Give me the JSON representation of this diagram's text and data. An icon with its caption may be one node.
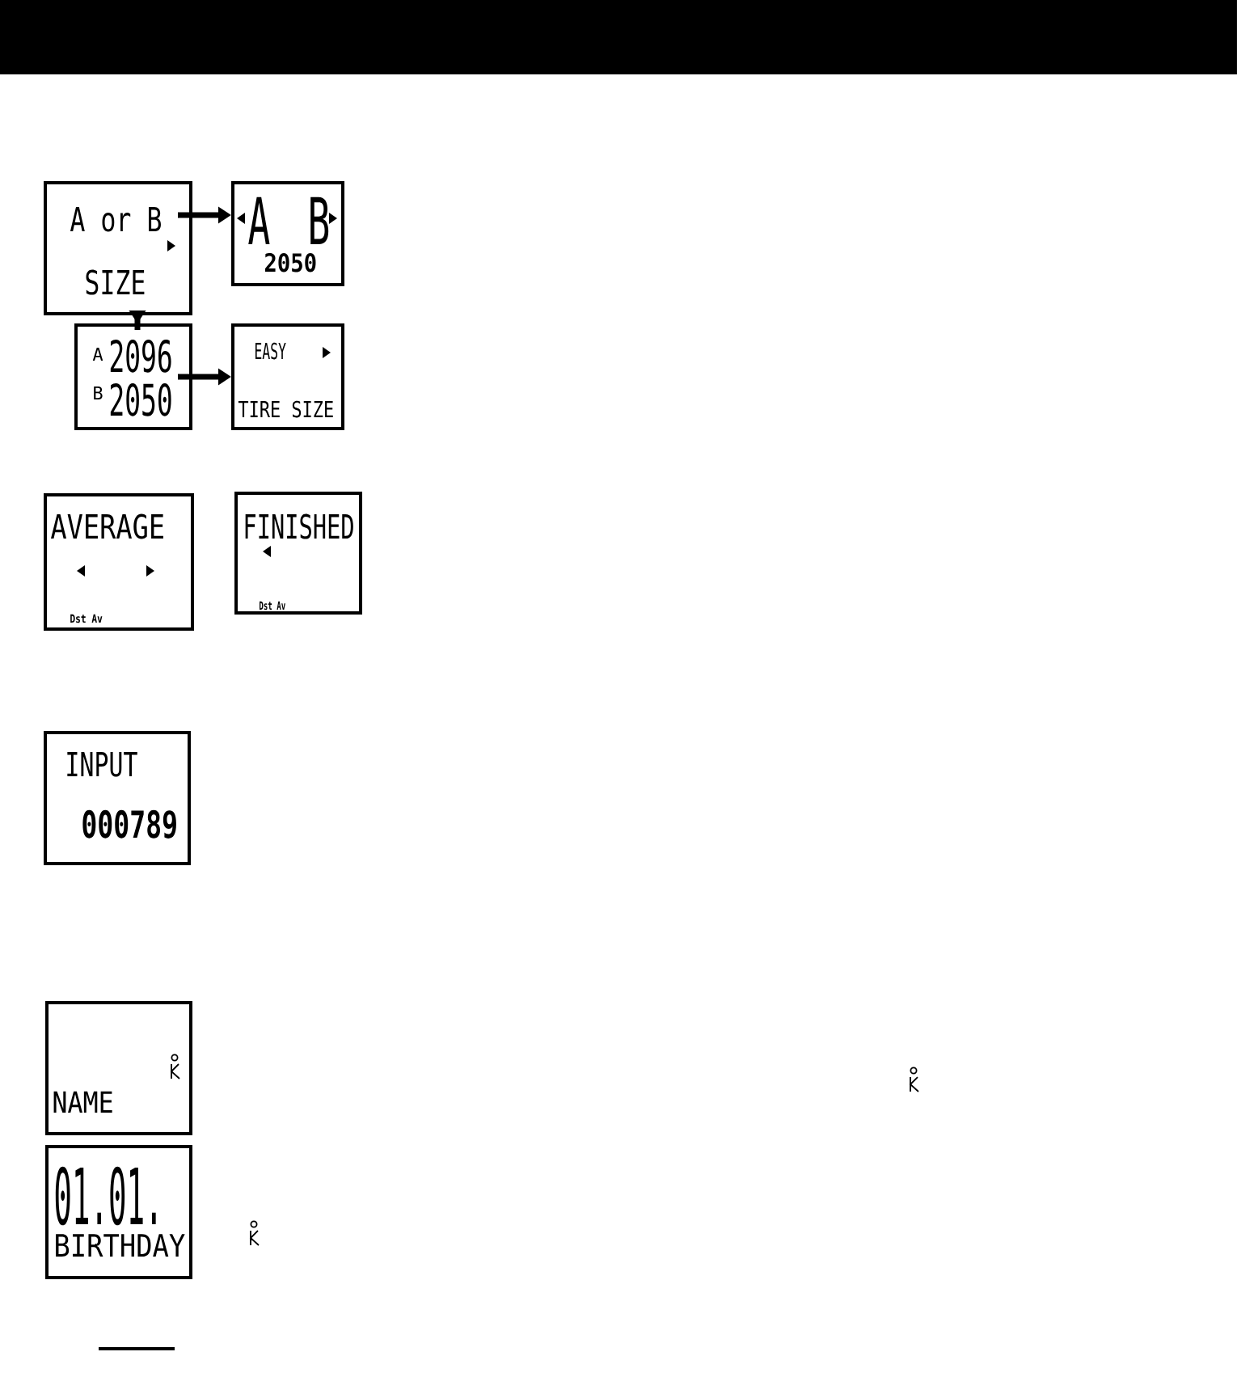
{
  "diagram": {
    "nodes": [
      {
        "text": [
          "A or B",
          "SIZE"
        ]
      },
      {
        "text": [
          "A",
          "B",
          "2050"
        ]
      },
      {
        "text": [
          "A",
          "2096",
          "B",
          "2050"
        ]
      },
      {
        "text": [
          "EASY",
          "TIRE SIZE"
        ]
      },
      {
        "text": [
          "AVERAGE",
          "Dst Av"
        ]
      },
      {
        "text": [
          "FINISHED",
          "Dst Av"
        ]
      },
      {
        "text": [
          "INPUT",
          "000789"
        ]
      },
      {
        "text": [
          "NAME"
        ]
      },
      {
        "text": [
          "01.01.",
          "BIRTHDAY"
        ]
      }
    ],
    "edges": [
      {
        "from": 0,
        "to": 1,
        "arrow": "to"
      },
      {
        "from": 0,
        "to": 2,
        "arrow": "to"
      },
      {
        "from": 2,
        "to": 3,
        "arrow": "to"
      }
    ]
  }
}
